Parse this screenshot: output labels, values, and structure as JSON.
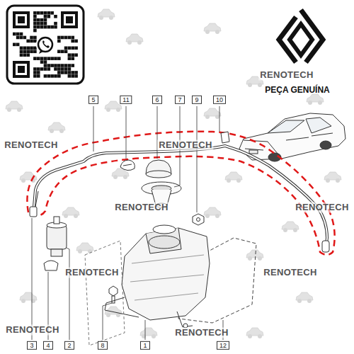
{
  "diagram": {
    "labels": [
      "RENOTECH",
      "PEÇA GENUÍNA",
      "5",
      "11",
      "6",
      "7",
      "9",
      "10",
      "RENOTECH",
      "RENOTECH",
      "RENOTECH",
      "RENOTECH",
      "RENOTECH",
      "RENOTECH",
      "RENOTECH",
      "RENOTECH",
      "3",
      "4",
      "2",
      "8",
      "1",
      "12"
    ]
  }
}
